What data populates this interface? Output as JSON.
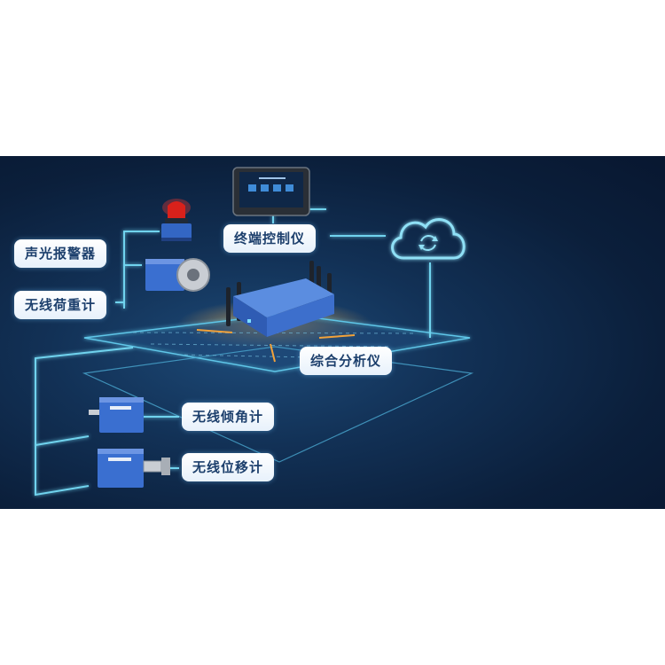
{
  "labels": {
    "alarm": "声光报警器",
    "load_meter": "无线荷重计",
    "terminal": "终端控制仪",
    "analyzer": "综合分析仪",
    "inclinometer": "无线倾角计",
    "displacement": "无线位移计"
  },
  "colors": {
    "background": "#0b1f3b",
    "line": "#6fd3ee",
    "label_text": "#1c3f6c",
    "device_blue": "#3366c4",
    "glow": "#f2a23a"
  }
}
